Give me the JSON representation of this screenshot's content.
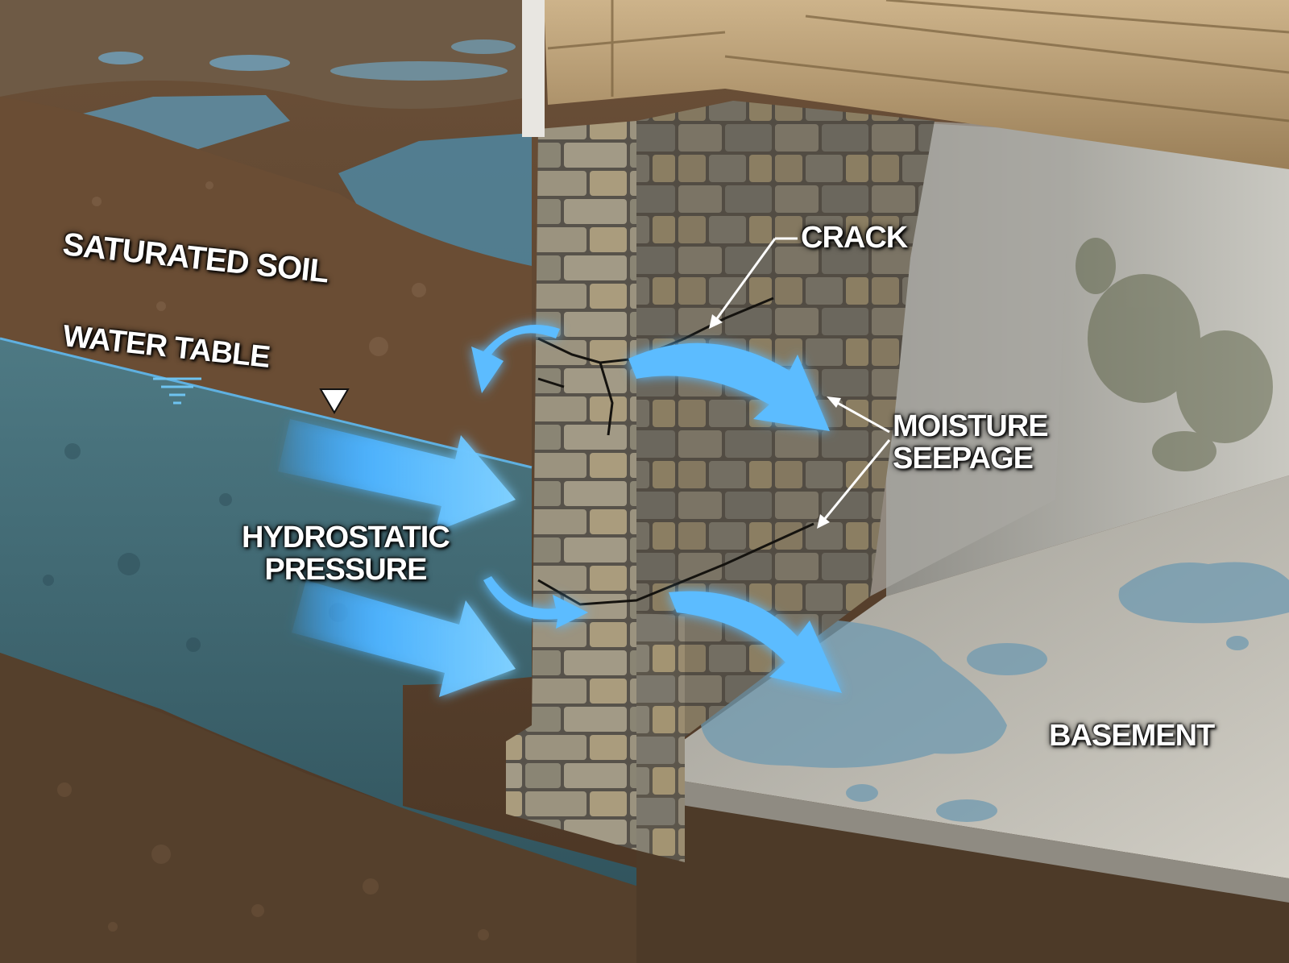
{
  "labels": {
    "saturated_soil": "SATURATED SOIL",
    "water_table": "WATER TABLE",
    "hydrostatic_line1": "HYDROSTATIC",
    "hydrostatic_line2": "PRESSURE",
    "crack": "CRACK",
    "moisture_line1": "MOISTURE",
    "moisture_line2": "SEEPAGE",
    "basement": "BASEMENT"
  },
  "colors": {
    "soil": "#5b4330",
    "groundwater": "#3e6874",
    "stone": "#8c8472",
    "flow_arrow": "#4fb4ff",
    "concrete_floor": "#b9b6ad",
    "wood_joist": "#b49a72"
  },
  "icons": {
    "water_table_marker": "triangle-down-icon",
    "water_table_symbol": "water-level-icon"
  }
}
